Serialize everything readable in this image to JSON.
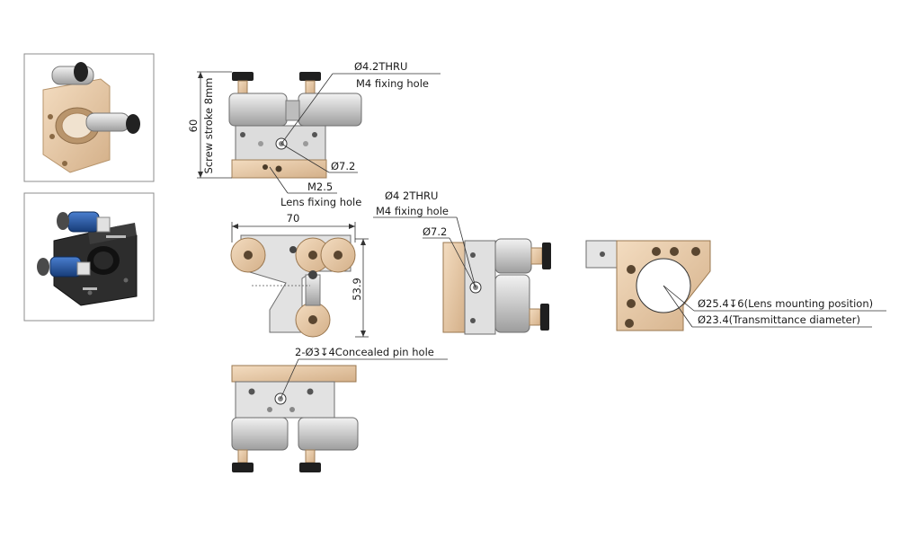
{
  "labels": {
    "thru_hole_top": "Ø4.2THRU",
    "m4_fixing_top": "M4 fixing hole",
    "height_60": "60",
    "screw_stroke": "Screw stroke 8mm",
    "dia_7_2_top": "Ø7.2",
    "m2_5": "M2.5",
    "lens_fixing": "Lens fixing hole",
    "width_70": "70",
    "height_53_9": "53.9",
    "thru_hole_side": "Ø4 2THRU",
    "m4_fixing_side": "M4 fixing hole",
    "dia_7_2_side": "Ø7.2",
    "lens_mounting": "Ø25.4↧6(Lens mounting position)",
    "transmittance": "Ø23.4(Transmittance diameter)",
    "concealed_pin": "2-Ø3↧4Concealed pin hole"
  },
  "colors": {
    "brass": "#e6c9a3",
    "brass_dark": "#c9a57a",
    "knob": "#1e1e1e",
    "steel": "#d8d8d8",
    "steel_dark": "#a9a9a9",
    "blue": "#1f4f9a",
    "black_body": "#2b2b2b"
  }
}
